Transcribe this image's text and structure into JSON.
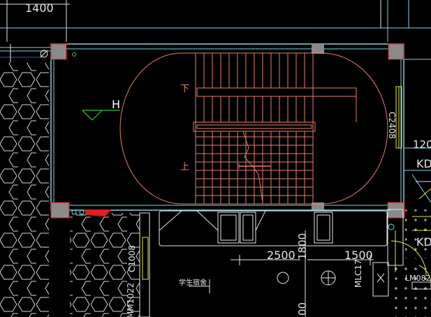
{
  "drawing": {
    "background": "#000000",
    "colors": {
      "wall": "#7fd4e6",
      "stair": "#e87e6c",
      "column": "#8a8a8a",
      "dimension": "#e6e6e6",
      "label": "#ffffff",
      "green": "#3ec13e",
      "yellow": "#e6e64a",
      "red": "#e02020",
      "grey": "#9a9a9a"
    },
    "dimensions": {
      "top_left": "1400",
      "mid_left": "2500",
      "mid_vertical": "1800",
      "mid_right": "1500",
      "right_partial": "120",
      "bottom_small": "00"
    },
    "stair": {
      "down_label": "下",
      "up_label": "上",
      "level_mark": "H"
    },
    "labels": {
      "window_right": "C2408",
      "window_left": "C1008",
      "room": "学生宿舍",
      "door_left": "MM1022",
      "door_right": "MLC17",
      "code_right": "LM082",
      "kd_top": "KD",
      "kd_bottom": "KD"
    }
  }
}
